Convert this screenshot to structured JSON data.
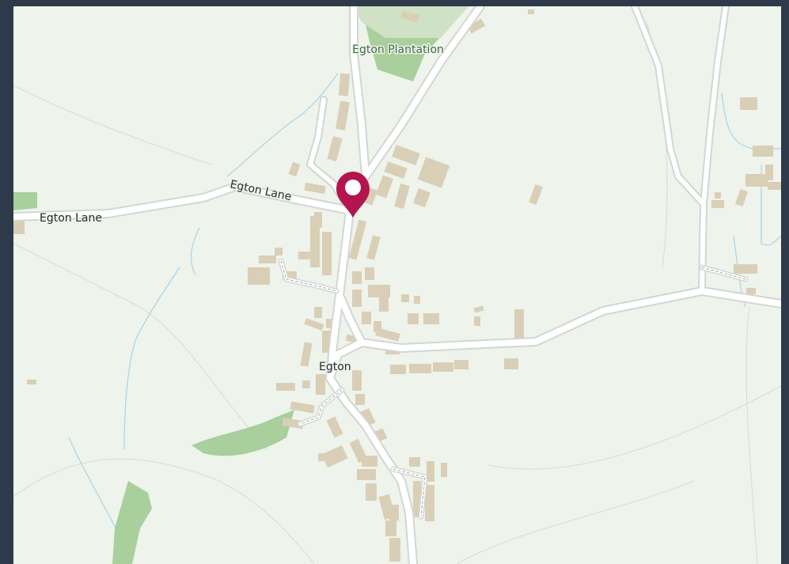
{
  "map": {
    "labels": {
      "plantation": "Egton Plantation",
      "village": "Egton",
      "lane_west": "Egton Lane",
      "lane_center": "Egton Lane"
    },
    "marker_icon": "map-pin-icon",
    "colors": {
      "land": "#eef3ec",
      "wood": "#cfe2c5",
      "forest": "#a8cf9c",
      "road": "#ffffff",
      "road_casing": "#d4d6d2",
      "building": "#d9cfb6",
      "water": "#a9d3e6",
      "contour": "#d8ddd2",
      "marker": "#b3164f",
      "frame": "#2e3a4a"
    }
  }
}
